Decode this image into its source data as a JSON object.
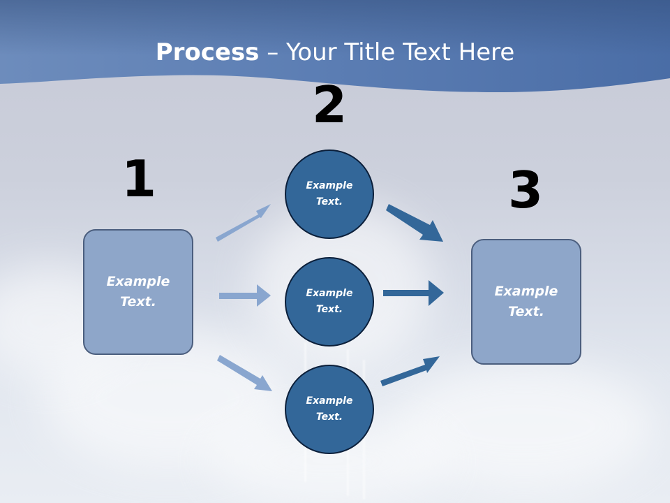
{
  "slide": {
    "title_bold": "Process",
    "title_rest": " – Your Title Text Here"
  },
  "steps": {
    "step1": {
      "number": "1",
      "text": "Example\nText."
    },
    "step2": {
      "number": "2",
      "circles": [
        {
          "text": "Example\nText."
        },
        {
          "text": "Example\nText."
        },
        {
          "text": "Example\nText."
        }
      ]
    },
    "step3": {
      "number": "3",
      "text": "Example\nText."
    }
  },
  "colors": {
    "banner": "#4e74aa",
    "box_fill": "#8ea6c9",
    "circle_fill": "#336799",
    "arrow_light": "#89a6cf",
    "arrow_dark": "#336799"
  }
}
